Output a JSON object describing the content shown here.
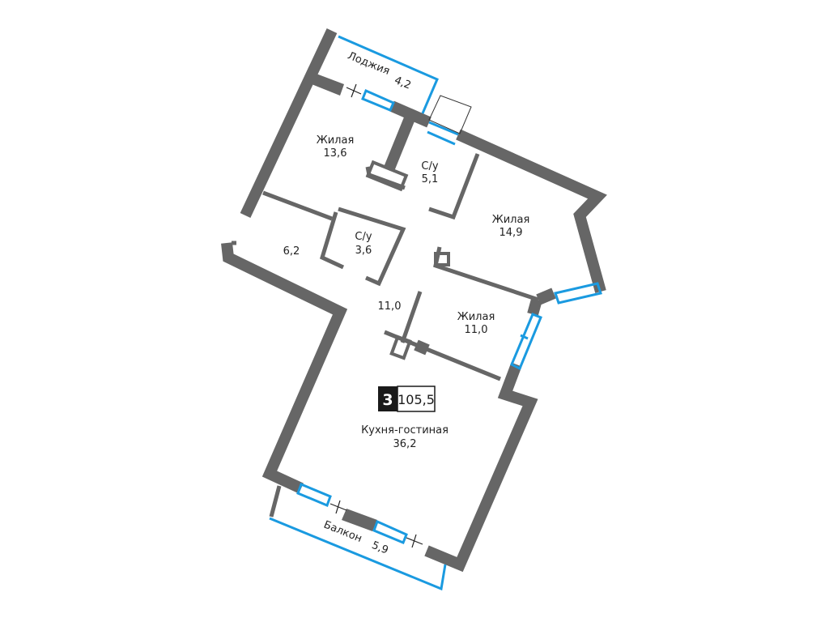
{
  "plan": {
    "rooms_count": "3",
    "total_area": "105,5",
    "colors": {
      "wall": "#666666",
      "window": "#1a9ae0",
      "badge": "#1a1a1a"
    },
    "rooms": {
      "loggia": {
        "name": "Лоджия",
        "area": "4,2"
      },
      "bedroom1": {
        "name": "Жилая",
        "area": "13,6"
      },
      "bath1": {
        "name": "С/у",
        "area": "5,1"
      },
      "bedroom2": {
        "name": "Жилая",
        "area": "14,9"
      },
      "bath2": {
        "name": "С/у",
        "area": "3,6"
      },
      "hall": {
        "area": "6,2"
      },
      "corridor": {
        "area": "11,0"
      },
      "bedroom3": {
        "name": "Жилая",
        "area": "11,0"
      },
      "kitchen": {
        "name": "Кухня-гостиная",
        "area": "36,2"
      },
      "balcony": {
        "name": "Балкон",
        "area": "5,9"
      }
    }
  }
}
